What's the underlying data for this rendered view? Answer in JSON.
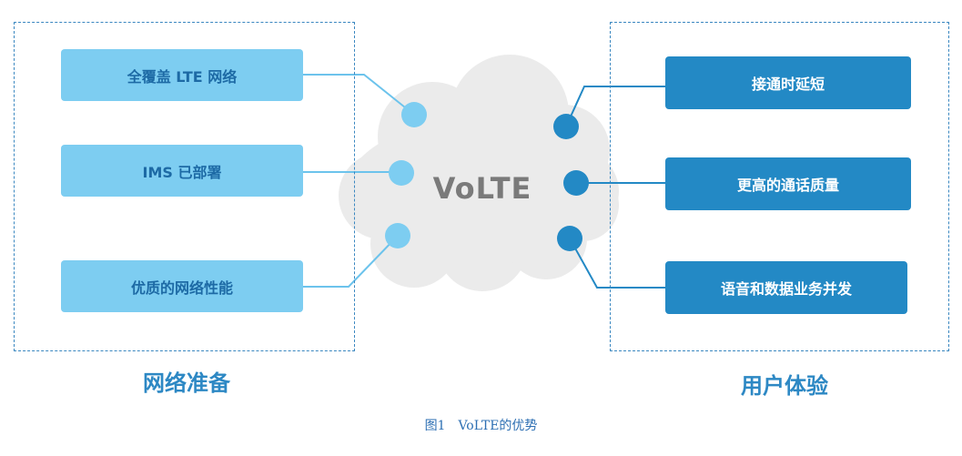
{
  "center_label": "VoLTE",
  "left_group": {
    "title": "网络准备",
    "items": [
      {
        "label": "全覆盖 LTE 网络"
      },
      {
        "label": "IMS 已部署"
      },
      {
        "label": "优质的网络性能"
      }
    ]
  },
  "right_group": {
    "title": "用户体验",
    "items": [
      {
        "label": "接通时延短"
      },
      {
        "label": "更高的通话质量"
      },
      {
        "label": "语音和数据业务并发"
      }
    ]
  },
  "caption": "图1　VoLTE的优势",
  "colors": {
    "light_box": "#7dcdf1",
    "dark_box": "#2389c5",
    "cloud": "#ebebeb",
    "frame": "#3a87c0",
    "title": "#2d88c4",
    "connector_light": "#6cc3ec",
    "connector_dark": "#2389c5"
  }
}
